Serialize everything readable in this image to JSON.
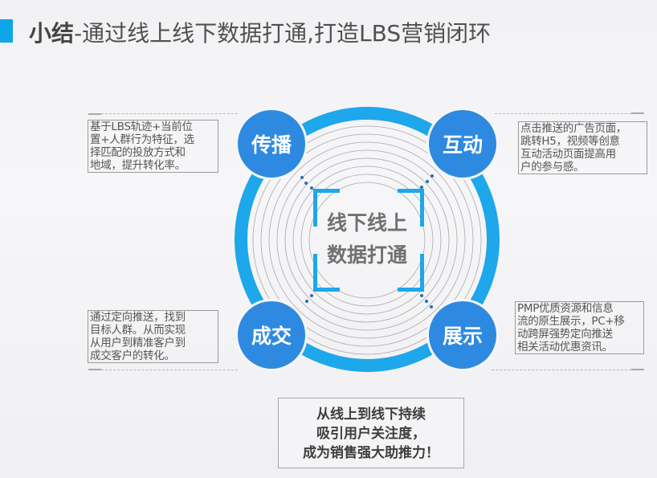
{
  "title": {
    "bold": "小结",
    "rest": "-通过线上线下数据打通,打造LBS营销闭环",
    "accent_color": "#0ea5e9"
  },
  "diagram": {
    "center_lines": [
      "线下线上",
      "数据打通"
    ],
    "ring_color": "#1ea7ea",
    "node_color": "#2e8ae0",
    "nodes": {
      "top_left": "传播",
      "top_right": "互动",
      "bottom_left": "成交",
      "bottom_right": "展示"
    }
  },
  "notes": {
    "top_left": [
      "基于LBS轨迹+当前位",
      "置+人群行为特征，选",
      "择匹配的投放方式和",
      "地域，提升转化率。"
    ],
    "top_right": [
      "点击推送的广告页面，",
      "跳转H5，视频等创意",
      "互动活动页面提高用",
      "户的参与感。"
    ],
    "bottom_left": [
      "通过定向推送，找到",
      "目标人群。从而实现",
      "从用户到精准客户到",
      "成交客户的转化。"
    ],
    "bottom_right": [
      "PMP优质资源和信息",
      "流的原生展示，PC+移",
      "动跨屏强势定向推送",
      "相关活动优惠资讯。"
    ]
  },
  "summary": [
    "从线上到线下持续",
    "吸引用户关注度，",
    "成为销售强大助推力！"
  ]
}
